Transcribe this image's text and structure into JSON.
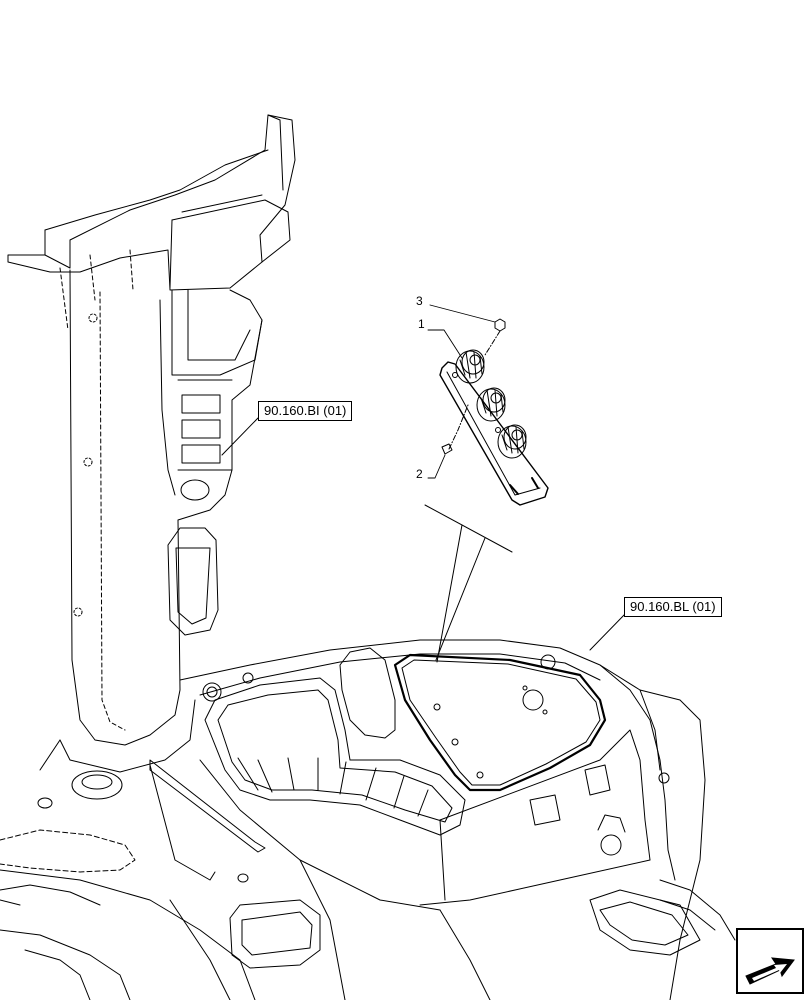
{
  "references": {
    "left_ref": "90.160.BI (01)",
    "right_ref": "90.160.BL (01)"
  },
  "callouts": {
    "item_1": "1",
    "item_2": "2",
    "item_3": "3"
  },
  "navigation": {
    "icon": "arrow-next-icon"
  }
}
